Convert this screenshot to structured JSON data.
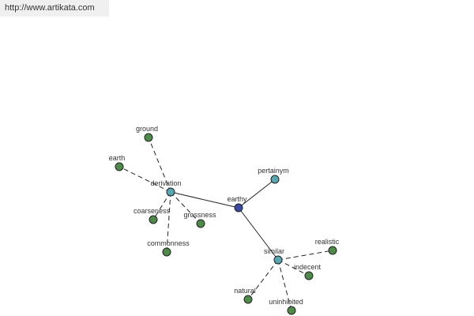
{
  "banner": {
    "url": "http://www.artikata.com"
  },
  "colors": {
    "center": "#3b4aa0",
    "hub": "#5aa6b0",
    "leaf": "#4f8a4a"
  },
  "graph": {
    "nodes": [
      {
        "id": "earthy",
        "label": "earthy",
        "kind": "center"
      },
      {
        "id": "derivation",
        "label": "derivation",
        "kind": "hub"
      },
      {
        "id": "pertainym",
        "label": "pertainym",
        "kind": "hub"
      },
      {
        "id": "similar",
        "label": "similar",
        "kind": "hub"
      },
      {
        "id": "ground",
        "label": "ground",
        "kind": "leaf"
      },
      {
        "id": "earth",
        "label": "earth",
        "kind": "leaf"
      },
      {
        "id": "coarseness",
        "label": "coarseness",
        "kind": "leaf"
      },
      {
        "id": "grossness",
        "label": "grossness",
        "kind": "leaf"
      },
      {
        "id": "commonness",
        "label": "commonness",
        "kind": "leaf"
      },
      {
        "id": "realistic",
        "label": "realistic",
        "kind": "leaf"
      },
      {
        "id": "indecent",
        "label": "indecent",
        "kind": "leaf"
      },
      {
        "id": "natural",
        "label": "natural",
        "kind": "leaf"
      },
      {
        "id": "uninhibited",
        "label": "uninhibited",
        "kind": "leaf"
      }
    ],
    "edges": [
      {
        "from": "earthy",
        "to": "derivation",
        "style": "solid"
      },
      {
        "from": "earthy",
        "to": "pertainym",
        "style": "solid"
      },
      {
        "from": "earthy",
        "to": "similar",
        "style": "solid"
      },
      {
        "from": "derivation",
        "to": "ground",
        "style": "dashed"
      },
      {
        "from": "derivation",
        "to": "earth",
        "style": "dashed"
      },
      {
        "from": "derivation",
        "to": "coarseness",
        "style": "dashed"
      },
      {
        "from": "derivation",
        "to": "grossness",
        "style": "dashed"
      },
      {
        "from": "derivation",
        "to": "commonness",
        "style": "dashed"
      },
      {
        "from": "similar",
        "to": "realistic",
        "style": "dashed"
      },
      {
        "from": "similar",
        "to": "indecent",
        "style": "dashed"
      },
      {
        "from": "similar",
        "to": "natural",
        "style": "dashed"
      },
      {
        "from": "similar",
        "to": "uninhibited",
        "style": "dashed"
      }
    ]
  }
}
